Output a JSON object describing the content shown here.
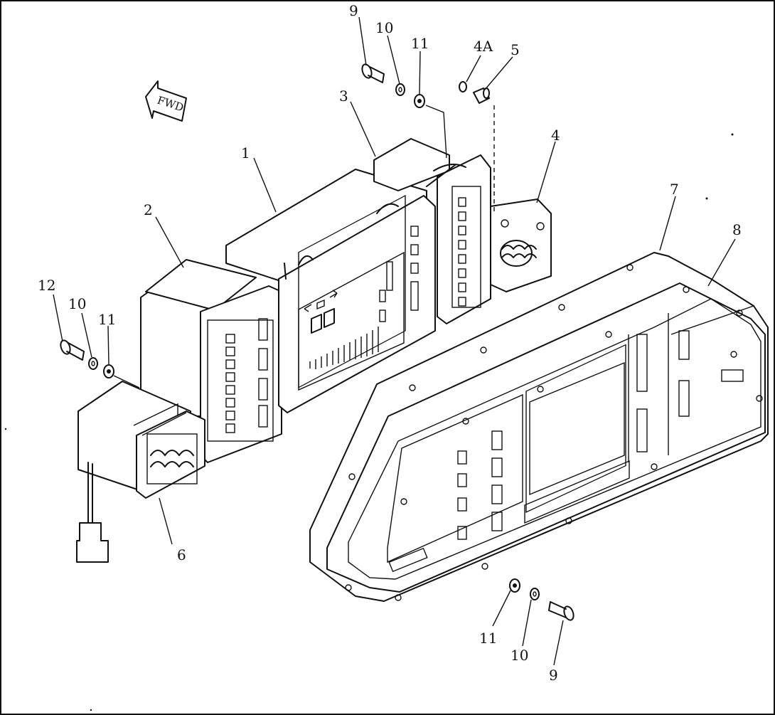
{
  "direction_label": "FWD",
  "callouts": [
    {
      "id": "c1",
      "text": "1"
    },
    {
      "id": "c2",
      "text": "2"
    },
    {
      "id": "c3",
      "text": "3"
    },
    {
      "id": "c4",
      "text": "4"
    },
    {
      "id": "c4a",
      "text": "4A"
    },
    {
      "id": "c5",
      "text": "5"
    },
    {
      "id": "c6",
      "text": "6"
    },
    {
      "id": "c7",
      "text": "7"
    },
    {
      "id": "c8",
      "text": "8"
    },
    {
      "id": "c9a",
      "text": "9"
    },
    {
      "id": "c9b",
      "text": "9"
    },
    {
      "id": "c10a",
      "text": "10"
    },
    {
      "id": "c10b",
      "text": "10"
    },
    {
      "id": "c10c",
      "text": "10"
    },
    {
      "id": "c11a",
      "text": "11"
    },
    {
      "id": "c11b",
      "text": "11"
    },
    {
      "id": "c11c",
      "text": "11"
    },
    {
      "id": "c12",
      "text": "12"
    }
  ]
}
